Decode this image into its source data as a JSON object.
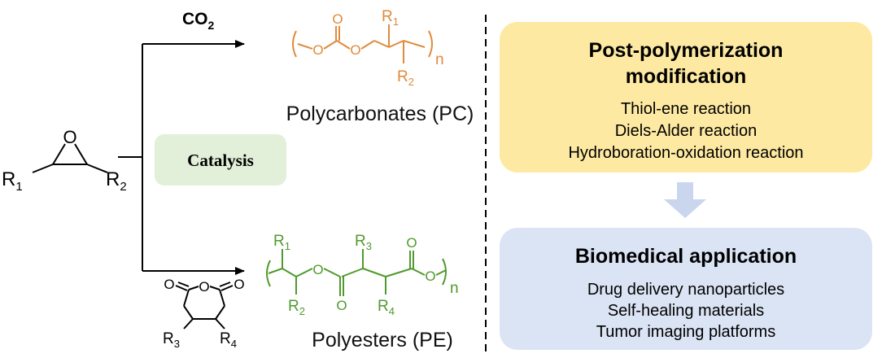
{
  "reactant": {
    "ring_oxygen": "O",
    "sub_left": {
      "base": "R",
      "sub": "1"
    },
    "sub_right": {
      "base": "R",
      "sub": "2"
    }
  },
  "catalysis_label": "Catalysis",
  "co2": {
    "base": "CO",
    "sub": "2"
  },
  "anhydride": {
    "carbonyl_left_o": "O",
    "ring_o": "O",
    "carbonyl_right_o": "O",
    "sub_left": {
      "base": "R",
      "sub": "3"
    },
    "sub_right": {
      "base": "R",
      "sub": "4"
    }
  },
  "polycarbonate": {
    "name": "Polycarbonates (PC)",
    "carbonyl_o": "O",
    "ester_o_left": "O",
    "ester_o_right": "O",
    "sub_top": {
      "base": "R",
      "sub": "1"
    },
    "sub_bottom": {
      "base": "R",
      "sub": "2"
    },
    "repeat": "n"
  },
  "polyester": {
    "name": "Polyesters (PE)",
    "sub_r1": {
      "base": "R",
      "sub": "1"
    },
    "sub_r2": {
      "base": "R",
      "sub": "2"
    },
    "sub_r3": {
      "base": "R",
      "sub": "3"
    },
    "sub_r4": {
      "base": "R",
      "sub": "4"
    },
    "ester_o_1": "O",
    "carbonyl_o_1": "O",
    "carbonyl_o_2": "O",
    "ester_o_2": "O",
    "repeat": "n"
  },
  "post_modification": {
    "title_line1": "Post-polymerization",
    "title_line2": "modification",
    "items": [
      "Thiol-ene reaction",
      "Diels-Alder reaction",
      "Hydroboration-oxidation reaction"
    ],
    "bg_color": "#fde9a2"
  },
  "biomedical": {
    "title": "Biomedical application",
    "items": [
      "Drug delivery nanoparticles",
      "Self-healing materials",
      "Tumor imaging platforms"
    ],
    "bg_color": "#dbe4f4"
  },
  "colors": {
    "polycarbonate": "#e08a3c",
    "polyester": "#4f9a2c",
    "catalysis_bg": "#e2efd9",
    "arrow_down": "#c9d6ee"
  }
}
